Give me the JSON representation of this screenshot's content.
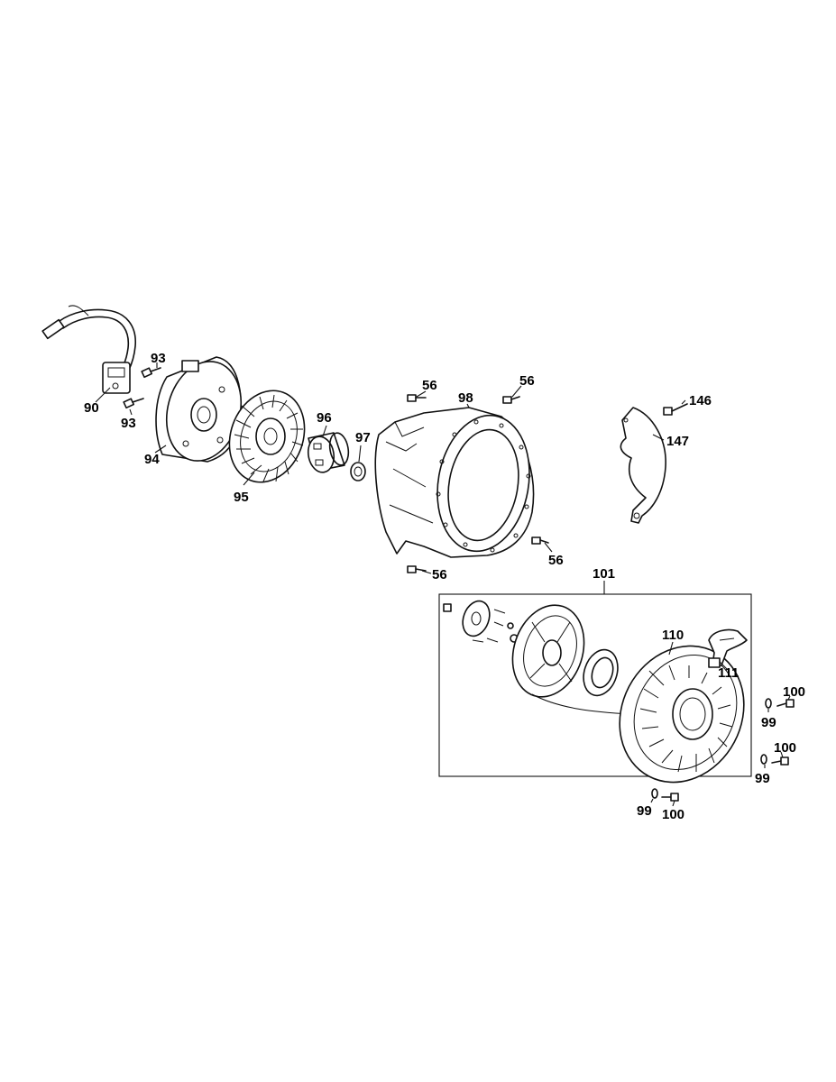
{
  "callouts": {
    "c56a": "56",
    "c56b": "56",
    "c56c": "56",
    "c56d": "56",
    "c90": "90",
    "c93a": "93",
    "c93b": "93",
    "c94": "94",
    "c95": "95",
    "c96": "96",
    "c97": "97",
    "c98": "98",
    "c99a": "99",
    "c99b": "99",
    "c99c": "99",
    "c100a": "100",
    "c100b": "100",
    "c100c": "100",
    "c101": "101",
    "c110": "110",
    "c111": "111",
    "c146": "146",
    "c147": "147"
  }
}
